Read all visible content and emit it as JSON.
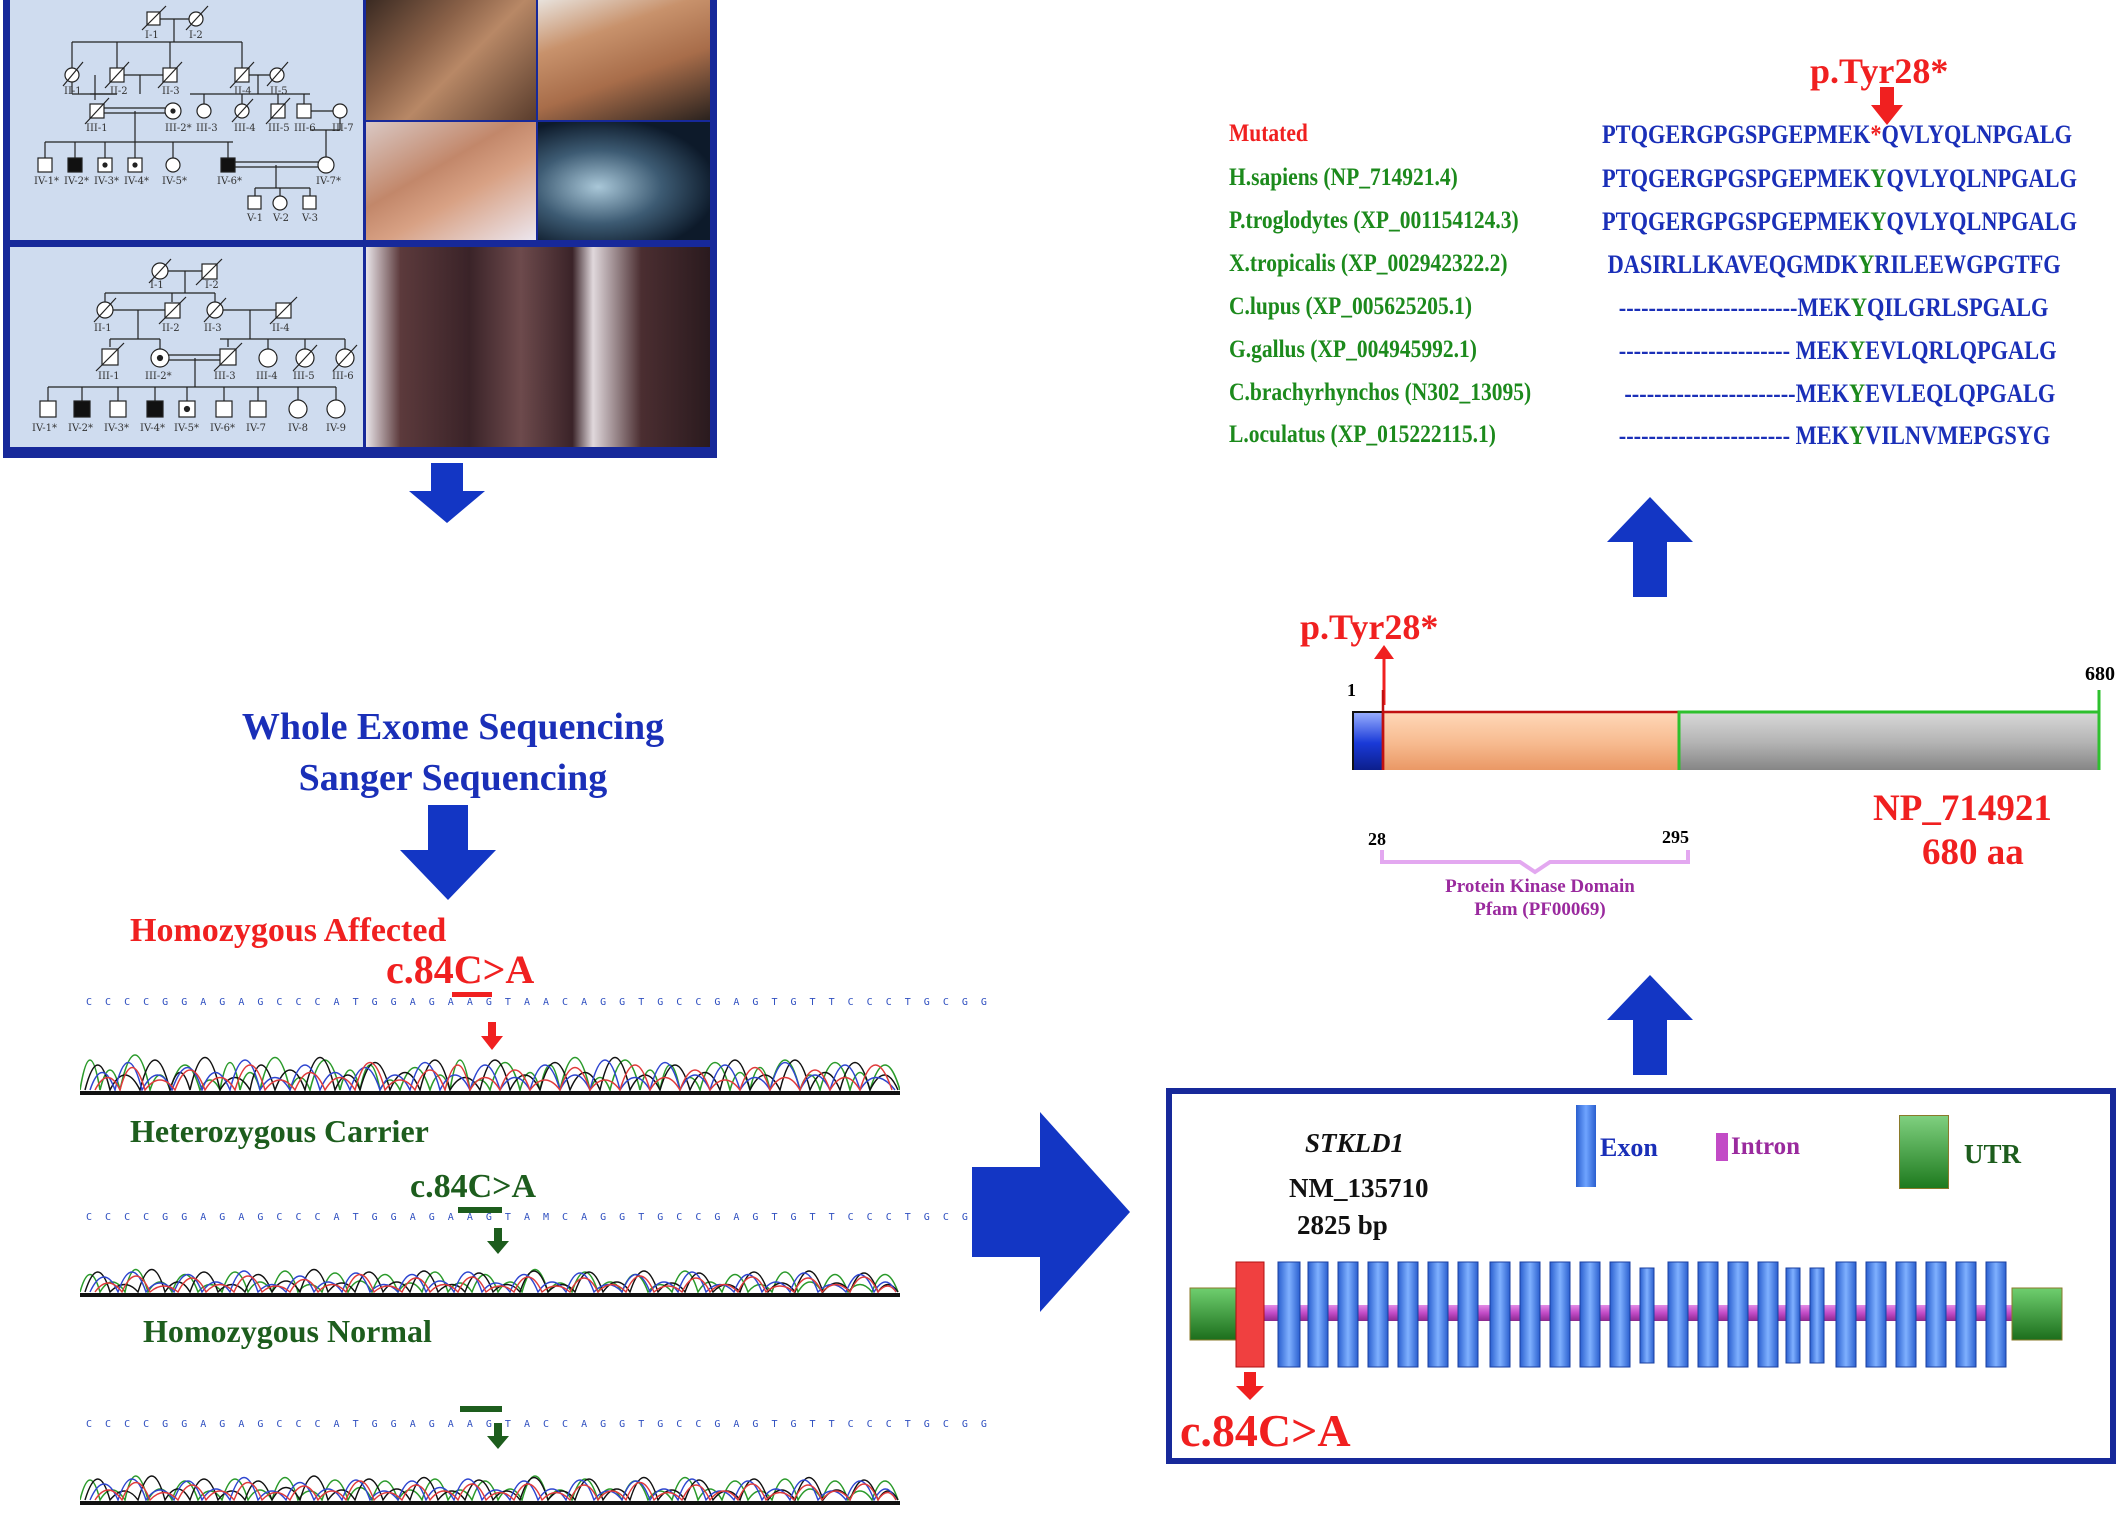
{
  "pedigree1": {
    "gen1": [
      "I-1",
      "I-2"
    ],
    "gen2": [
      "II-1",
      "II-2",
      "II-3",
      "II-4",
      "II-5"
    ],
    "gen3": [
      "III-1",
      "III-2*",
      "III-3",
      "III-4",
      "III-5",
      "III-6",
      "III-7"
    ],
    "gen4": [
      "IV-1*",
      "IV-2*",
      "IV-3*",
      "IV-4*",
      "IV-5*",
      "IV-6*",
      "IV-7*"
    ],
    "gen5": [
      "V-1",
      "V-2",
      "V-3"
    ]
  },
  "pedigree2": {
    "gen1": [
      "I-1",
      "I-2"
    ],
    "gen2": [
      "II-1",
      "II-2",
      "II-3",
      "II-4"
    ],
    "gen3": [
      "III-1",
      "III-2*",
      "III-3",
      "III-4",
      "III-5",
      "III-6"
    ],
    "gen4": [
      "IV-1*",
      "IV-2*",
      "IV-3*",
      "IV-4*",
      "IV-5*",
      "IV-6*",
      "IV-7",
      "IV-8",
      "IV-9"
    ]
  },
  "methods": {
    "line1": "Whole Exome Sequencing",
    "line2": "Sanger Sequencing"
  },
  "chromatograms": {
    "affected": {
      "title": "Homozygous Affected",
      "variant": "c.84C>A",
      "sequence": "C C C C G G A G A G C C C A T G G A G A A G T A A C A G G T G C C G A G T G T T C C C T G C G G"
    },
    "carrier": {
      "title": "Heterozygous Carrier",
      "variant": "c.84C>A",
      "sequence": "C C C C G G A G A G C C C A T G G A G A A G T A M C A G G T G C C G A G T G T T C C C T G C G G"
    },
    "normal": {
      "title": "Homozygous Normal",
      "sequence": "C C C C G G A G A G C C C A T G G A G A A G T A C C A G G T G C C G A G T G T T C C C T G C G G"
    }
  },
  "alignment": {
    "mutation_label": "p.Tyr28*",
    "rows": [
      {
        "species": "Mutated",
        "pre": "PTQGERGPGSPGEPMEK",
        "mark": "*",
        "post": "QVLYQLNPGALG"
      },
      {
        "species": "H.sapiens (NP_714921.4)",
        "pre": "PTQGERGPGSPGEPMEK",
        "mark": "Y",
        "post": "QVLYQLNPGALG"
      },
      {
        "species": "P.troglodytes (XP_001154124.3)",
        "pre": "PTQGERGPGSPGEPMEK",
        "mark": "Y",
        "post": "QVLYQLNPGALG"
      },
      {
        "species": "X.tropicalis (XP_002942322.2)",
        "pre": " DASIRLLKAVEQGMDK",
        "mark": "Y",
        "post": "RILEEWGPGTFG"
      },
      {
        "species": "C.lupus (XP_005625205.1)",
        "pre": "   ------------------------MEK",
        "mark": "Y",
        "post": "QILGRLSPGALG"
      },
      {
        "species": "G.gallus (XP_004945992.1)",
        "pre": "   ----------------------- MEK",
        "mark": "Y",
        "post": "EVLQRLQPGALG"
      },
      {
        "species": "C.brachyrhynchos (N302_13095)",
        "pre": "    -----------------------MEK",
        "mark": "Y",
        "post": "EVLEQLQPGALG"
      },
      {
        "species": "L.oculatus (XP_015222115.1)",
        "pre": "   ----------------------- MEK",
        "mark": "Y",
        "post": "VILNVMEPGSYG"
      }
    ]
  },
  "protein": {
    "mutation_label": "p.Tyr28*",
    "start": "1",
    "end": "680",
    "domain_start": "28",
    "domain_end": "295",
    "accession": "NP_714921",
    "length": "680 aa",
    "domain_name": "Protein Kinase Domain",
    "domain_db": "Pfam (PF00069)"
  },
  "gene": {
    "name": "STKLD1",
    "transcript": "NM_135710",
    "size": "2825 bp",
    "legend": {
      "exon": "Exon",
      "intron": "Intron",
      "utr": "UTR"
    },
    "variant": "c.84C>A"
  },
  "colors": {
    "frame_blue": "#17299a",
    "arrow_blue": "#1336c4",
    "mutation_red": "#f02020",
    "green_text": "#1d5d1d",
    "exon_blue": "#3f7ee8",
    "intron_magenta": "#c24bc6",
    "utr_green": "#2c8a2c"
  }
}
